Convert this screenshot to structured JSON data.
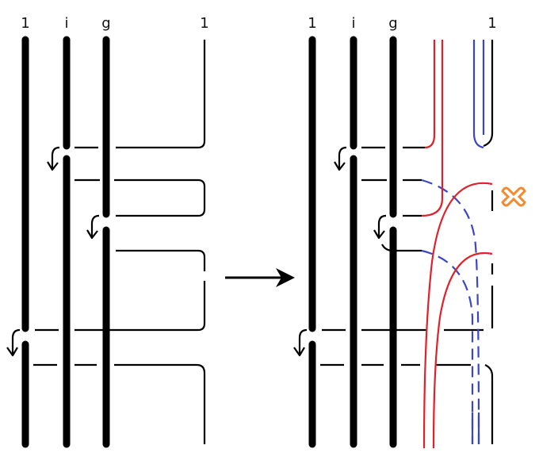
{
  "left_panel": {
    "strand_labels": [
      "1",
      "i",
      "g",
      "1"
    ]
  },
  "right_panel": {
    "strand_labels": [
      "1",
      "i",
      "g",
      "1"
    ]
  },
  "colors": {
    "strand": "#000000",
    "red_curve": "#e0202a",
    "blue_curve": "#3a46c4",
    "cancel_mark": "#f28a2e"
  },
  "icons": {
    "transition": "arrow-right-icon",
    "cancel": "cross-mark-icon"
  }
}
